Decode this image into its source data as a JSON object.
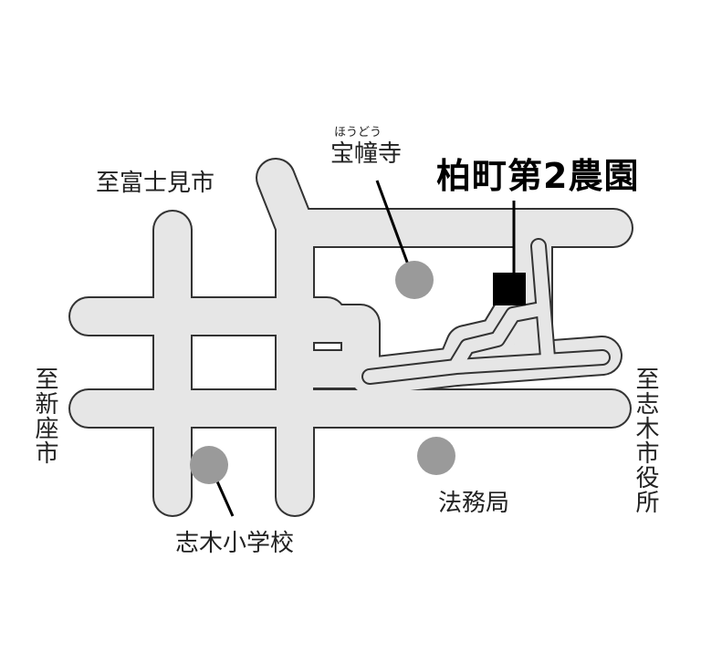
{
  "map": {
    "title": "柏町第2農園",
    "labels": {
      "to_fujimi": "至富士見市",
      "to_niiza": "至新座市",
      "to_shiki_office": "至志木市役所",
      "temple_reading": "ほうどう",
      "temple": "宝幢寺",
      "school": "志木小学校",
      "legal_office": "法務局"
    },
    "colors": {
      "road_fill": "#e6e6e6",
      "road_outline": "#333333",
      "landmark": "#9a9a9a",
      "farm_marker": "#000000"
    }
  }
}
